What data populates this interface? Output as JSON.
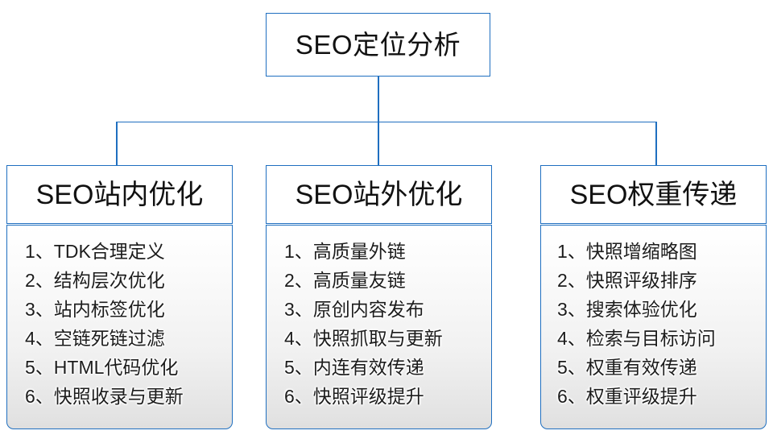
{
  "diagram": {
    "type": "org-tree",
    "colors": {
      "border": "#1f6fc0",
      "background": "#ffffff",
      "panel_gradient_top": "#ffffff",
      "panel_gradient_bottom": "#dedede",
      "text": "#111111"
    },
    "root": {
      "label": "SEO定位分析"
    },
    "branches": [
      {
        "header": "SEO站内优化",
        "items": [
          "1、TDK合理定义",
          "2、结构层次优化",
          "3、站内标签优化",
          "4、空链死链过滤",
          "5、HTML代码优化",
          "6、快照收录与更新"
        ]
      },
      {
        "header": "SEO站外优化",
        "items": [
          "1、高质量外链",
          "2、高质量友链",
          "3、原创内容发布",
          "4、快照抓取与更新",
          "5、内连有效传递",
          "6、快照评级提升"
        ]
      },
      {
        "header": "SEO权重传递",
        "items": [
          "1、快照增缩略图",
          "2、快照评级排序",
          "3、搜索体验优化",
          "4、检索与目标访问",
          "5、权重有效传递",
          "6、权重评级提升"
        ]
      }
    ]
  }
}
